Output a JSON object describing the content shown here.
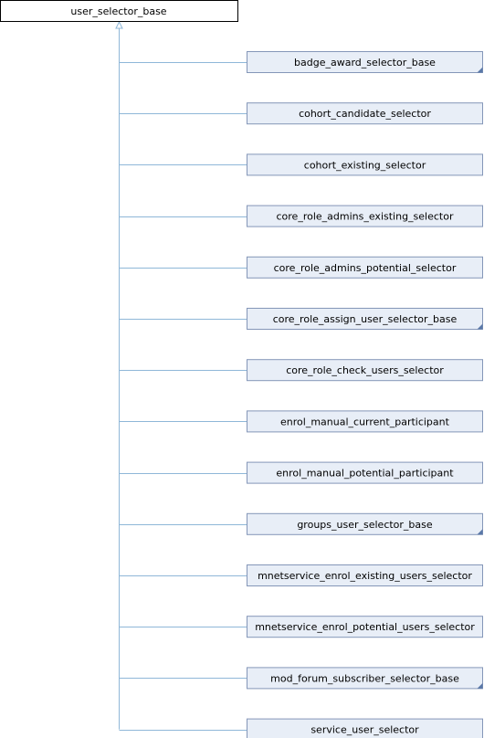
{
  "base_class": {
    "name": "user_selector_base"
  },
  "subclasses": [
    {
      "name": "badge_award_selector_base",
      "has_subclasses": true
    },
    {
      "name": "cohort_candidate_selector",
      "has_subclasses": false
    },
    {
      "name": "cohort_existing_selector",
      "has_subclasses": false
    },
    {
      "name": "core_role_admins_existing_selector",
      "has_subclasses": false
    },
    {
      "name": "core_role_admins_potential_selector",
      "has_subclasses": false
    },
    {
      "name": "core_role_assign_user_selector_base",
      "has_subclasses": true
    },
    {
      "name": "core_role_check_users_selector",
      "has_subclasses": false
    },
    {
      "name": "enrol_manual_current_participant",
      "has_subclasses": false
    },
    {
      "name": "enrol_manual_potential_participant",
      "has_subclasses": false
    },
    {
      "name": "groups_user_selector_base",
      "has_subclasses": true
    },
    {
      "name": "mnetservice_enrol_existing_users_selector",
      "has_subclasses": false
    },
    {
      "name": "mnetservice_enrol_potential_users_selector",
      "has_subclasses": false
    },
    {
      "name": "mod_forum_subscriber_selector_base",
      "has_subclasses": true
    },
    {
      "name": "service_user_selector",
      "has_subclasses": false
    }
  ],
  "colors": {
    "base_fill": "#ffffff",
    "base_stroke": "#000000",
    "sub_fill": "#e8eef7",
    "sub_stroke": "#8496b8",
    "edge": "#8fb7d8",
    "corner_marker": "#5a78a8"
  }
}
